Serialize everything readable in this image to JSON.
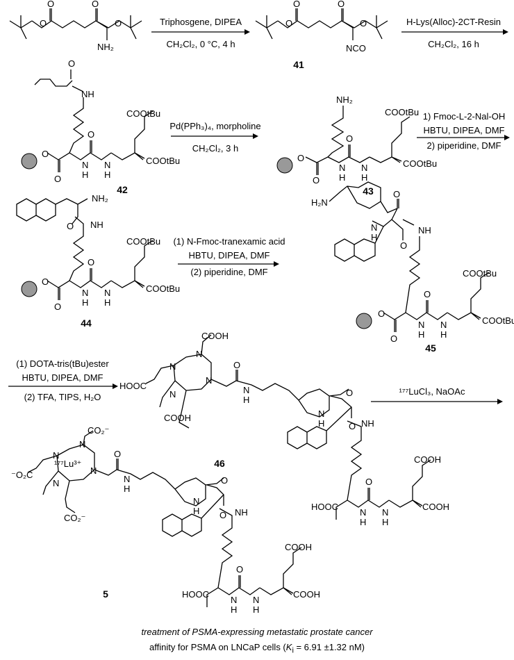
{
  "reagents": {
    "step1": {
      "above": "Triphosgene, DIPEA",
      "below": "CH₂Cl₂, 0 °C, 4 h"
    },
    "step2": {
      "above": "H-Lys(Alloc)-2CT-Resin",
      "below": "CH₂Cl₂, 16 h"
    },
    "step3": {
      "above": "Pd(PPh₃)₄, morpholine",
      "below": "CH₂Cl₂, 3 h"
    },
    "step4": {
      "line1": "1) Fmoc-L-2-Nal-OH",
      "line2": "HBTU, DIPEA, DMF",
      "line3": "2) piperidine, DMF"
    },
    "step5": {
      "line1": "(1) N-Fmoc-tranexamic acid",
      "line2": "HBTU, DIPEA, DMF",
      "line3": "(2) piperidine, DMF"
    },
    "step6": {
      "line1": "(1) DOTA-tris(tBu)ester",
      "line2": "HBTU, DIPEA, DMF",
      "line3": "(2) TFA, TIPS, H₂O"
    },
    "step7": {
      "above": "¹⁷⁷LuCl₃, NaOAc"
    }
  },
  "compounds": [
    "41",
    "42",
    "43",
    "44",
    "45",
    "46",
    "5"
  ],
  "atom_labels": {
    "nh2": "NH₂",
    "h2n": "H₂N",
    "nco": "NCO",
    "nh": "NH",
    "n": "N",
    "h": "H",
    "cooh": "COOH",
    "hooc": "HOOC",
    "cootbu": "COOtBu",
    "cootbu_i": "COOtBu",
    "co2": "CO₂⁻",
    "o2c": "⁻O₂C",
    "lu": "¹⁷⁷Lu³⁺"
  },
  "caption": {
    "line1": "treatment of PSMA-expressing metastatic prostate cancer",
    "line2_pre": "affinity for PSMA on LNCaP cells (",
    "ki_symbol": "K",
    "ki_sub": "i",
    "line2_post": " = 6.91 ±1.32 nM)"
  }
}
